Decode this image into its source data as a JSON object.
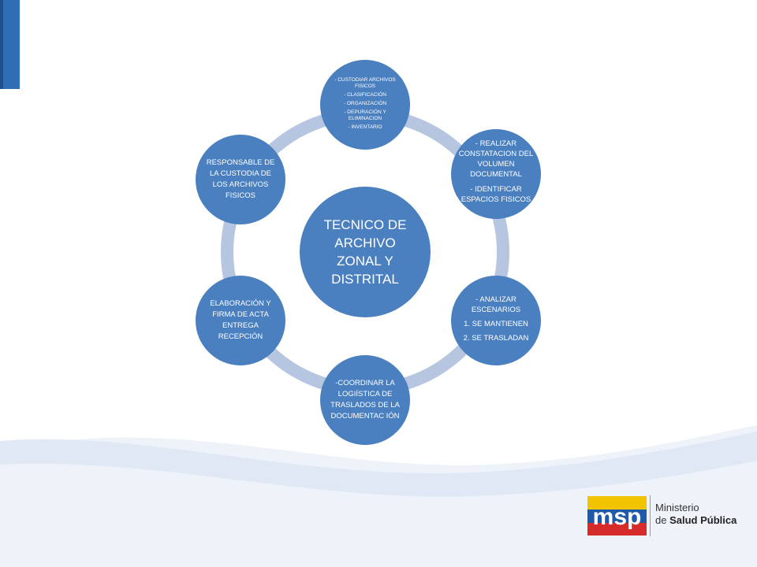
{
  "diagram": {
    "center": {
      "lines": [
        "TECNICO DE",
        "ARCHIVO",
        "ZONAL Y",
        "DISTRITAL"
      ]
    },
    "nodes": [
      {
        "id": "custodiar",
        "lines": [
          "- CUSTODIAR ARCHIVOS FISICOS",
          "- CLASIFICACIÓN",
          "- ORGANIZACIÓN",
          "- DEPURACIÓN Y ELIMINACION",
          "- INVENTARIO"
        ]
      },
      {
        "id": "realizar",
        "lines": [
          "- REALIZAR CONSTATACION DEL VOLUMEN DOCUMENTAL",
          "- IDENTIFICAR ESPACIOS FISICOS"
        ]
      },
      {
        "id": "analizar",
        "lines": [
          "- ANALIZAR ESCENARIOS",
          "1. SE MANTIENEN",
          "2. SE TRASLADAN"
        ]
      },
      {
        "id": "coordinar",
        "lines": [
          "-COORDINAR LA LOGIÍSTICA DE TRASLADOS DE LA DOCUMENTAC IÓN"
        ]
      },
      {
        "id": "elaboracion",
        "lines": [
          "ELABORACIÓN Y FIRMA DE ACTA ENTREGA RECEPCIÓN"
        ]
      },
      {
        "id": "responsable",
        "lines": [
          "RESPONSABLE DE LA CUSTODIA DE LOS ARCHIVOS FISICOS"
        ]
      }
    ]
  },
  "logo": {
    "line1": "Ministerio",
    "line2_prefix": "de ",
    "line2_bold": "Salud Pública",
    "mark_letters": "msp"
  },
  "colors": {
    "node_fill": "#4a7fc0",
    "ring": "#b6c5e0",
    "accent_bar": "#2f6db5",
    "wave": "#dfe8f4",
    "logo_yellow": "#f2c300",
    "logo_blue": "#1f5aa8",
    "logo_red": "#d62b2b"
  }
}
